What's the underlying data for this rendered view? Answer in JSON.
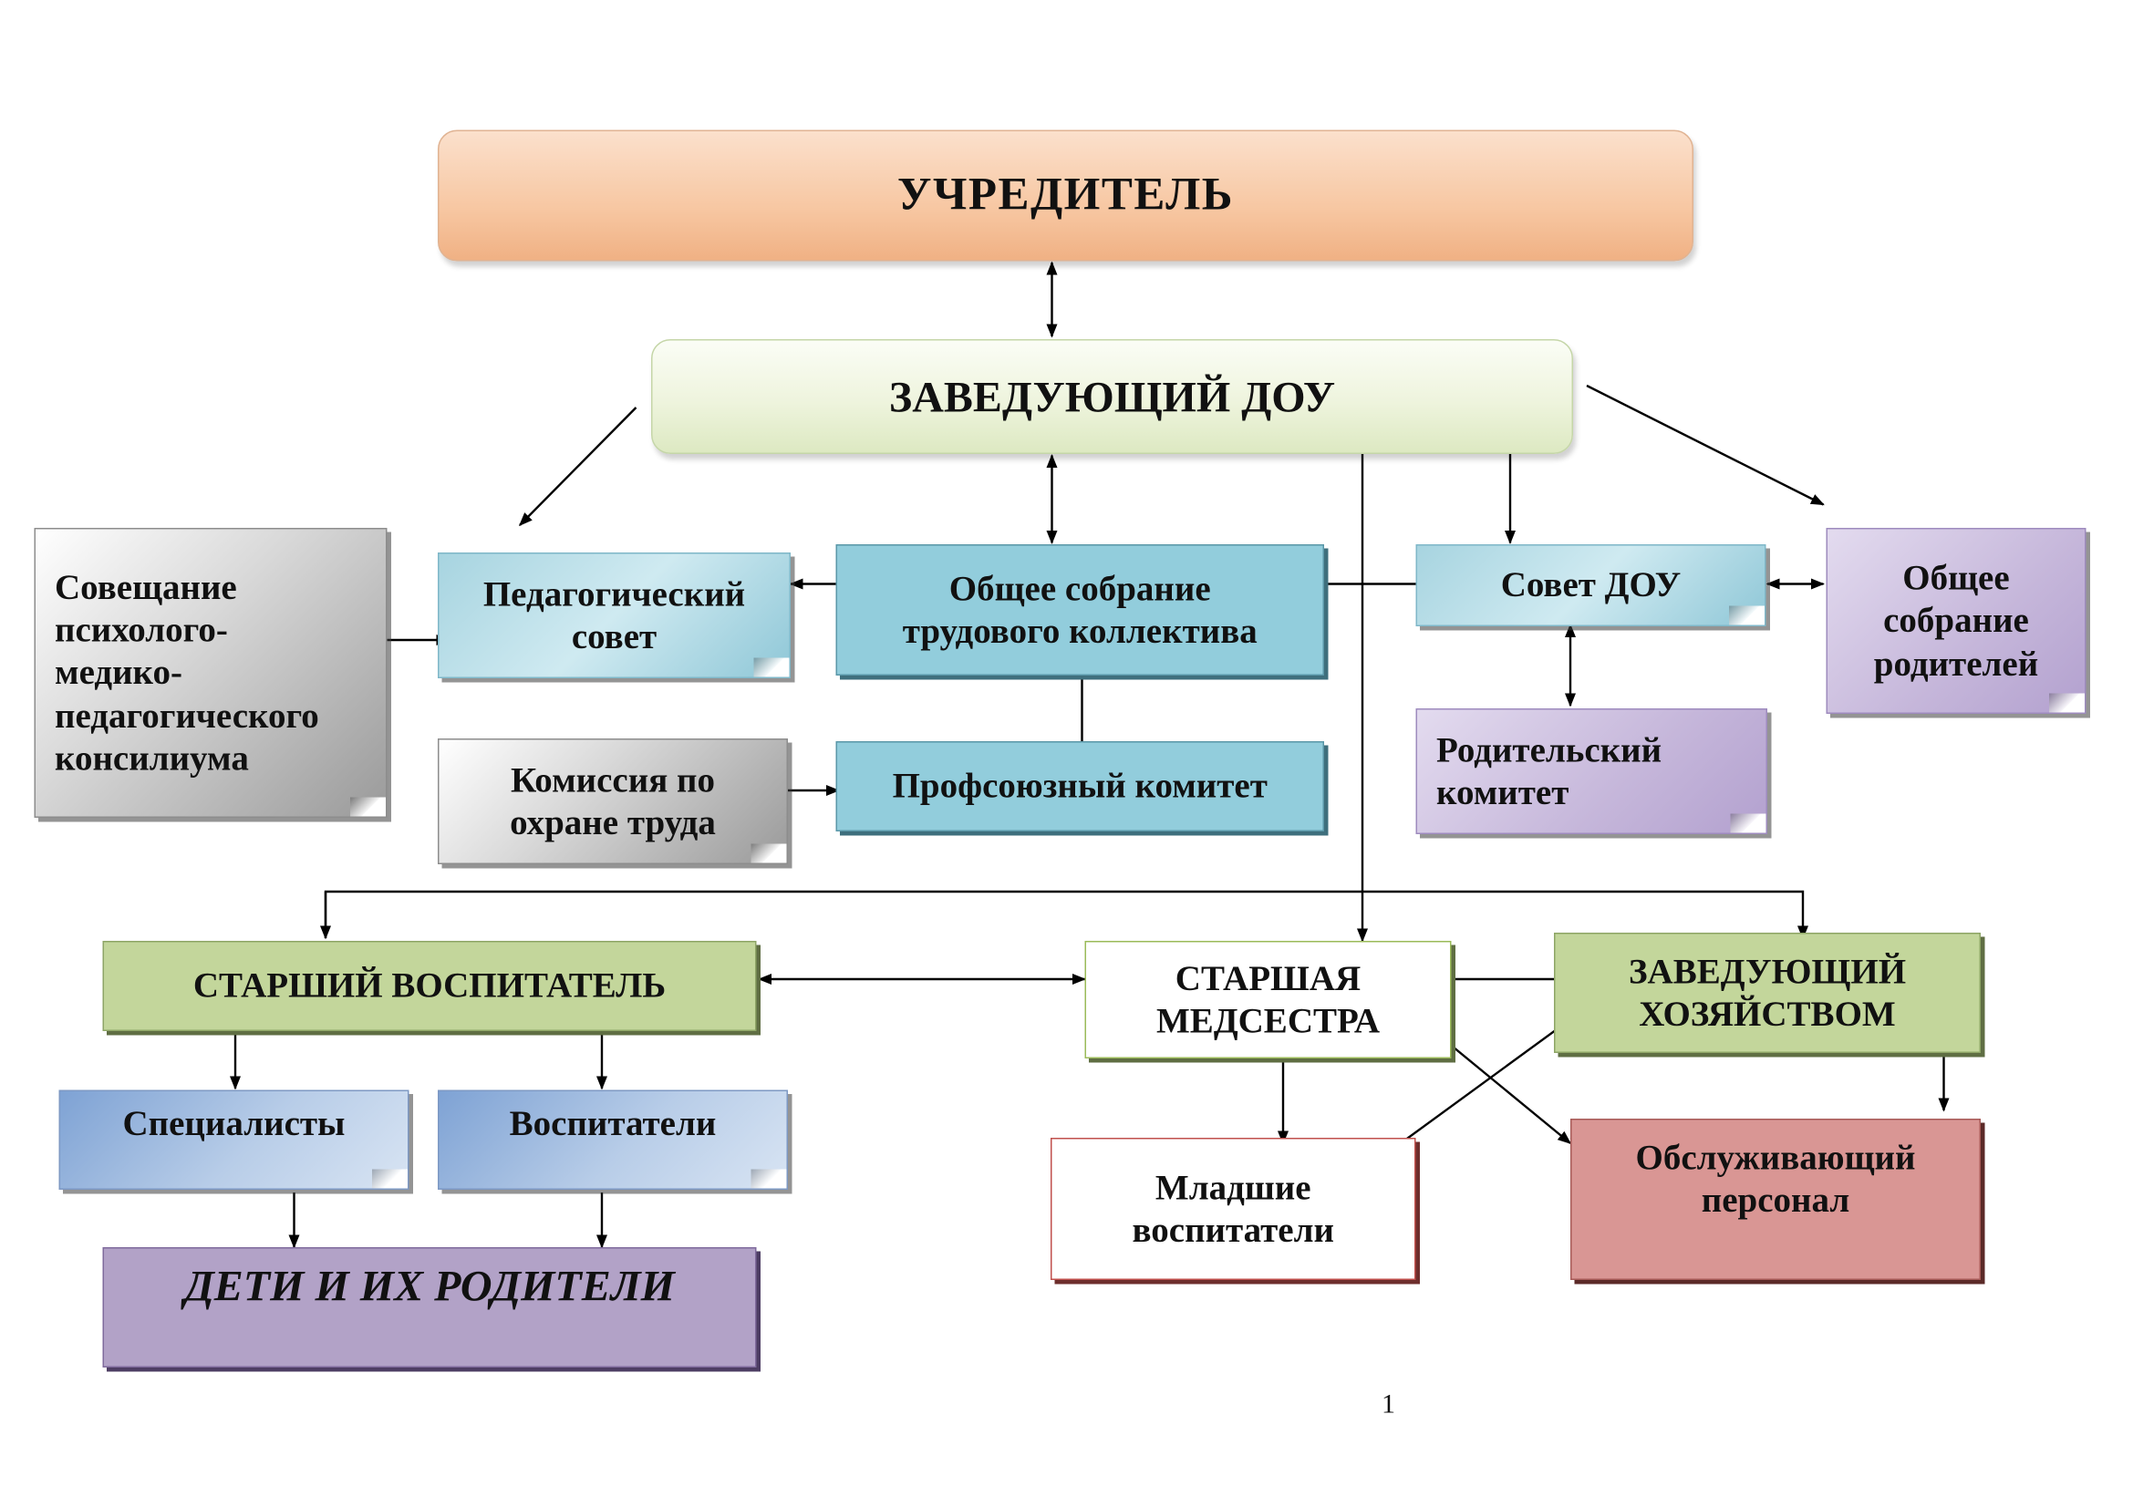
{
  "nodes": {
    "uchreditel": "УЧРЕДИТЕЛЬ",
    "zaveduyushchiy_dou": "ЗАВЕДУЮЩИЙ ДОУ",
    "soveshchanie": "Совещание\nпсихолого-\nмедико-\nпедагогического\nконсилиума",
    "ped_sovet": "Педагогический\nсовет",
    "obshchee_sobranie_truda": "Общее собрание\nтрудового коллектива",
    "sovet_dou": "Совет ДОУ",
    "obshchee_sobranie_roditeley": "Общее\nсобрание\nродителей",
    "komissiya": "Комиссия по\nохране труда",
    "profsoyuzny": "Профсоюзный комитет",
    "roditelsky_komitet": "Родительский\nкомитет",
    "starshiy_vospitatel": "СТАРШИЙ  ВОСПИТАТЕЛЬ",
    "starshaya_medsestra": "СТАРШАЯ\nМЕДСЕСТРА",
    "zaveduyushchiy_khozyaystvom": "ЗАВЕДУЮЩИЙ\nХОЗЯЙСТВОМ",
    "spetsialisty": "Специалисты",
    "vospitateli": "Воспитатели",
    "mladshie_vospitateli": "Младшие\nвоспитатели",
    "obsluzhivayushchiy": "Обслуживающий\nперсонал",
    "deti": "ДЕТИ И ИХ РОДИТЕЛИ"
  },
  "page_number": "1"
}
